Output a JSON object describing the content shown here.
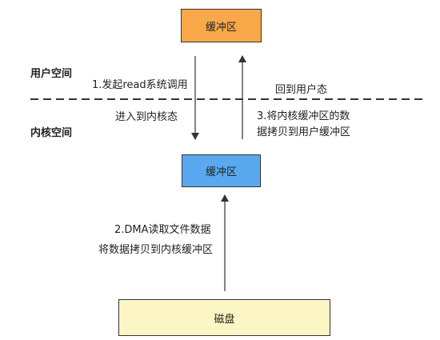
{
  "boxes": {
    "user_buffer": "缓冲区",
    "kernel_buffer": "缓冲区",
    "disk": "磁盘"
  },
  "spaces": {
    "user_space": "用户空间",
    "kernel_space": "内核空间"
  },
  "steps": {
    "step1": "1.发起read系统调用",
    "enter_kernel": "进入到内核态",
    "return_user": "回到用户态",
    "step3_line1": "3.将内核缓冲区的数",
    "step3_line2": "据拷贝到用户缓冲区",
    "step2_line1": "2.DMA读取文件数据",
    "step2_line2": "将数据拷贝到内核缓冲区"
  },
  "colors": {
    "user_buffer": "#f9a94a",
    "kernel_buffer": "#5aa9f0",
    "disk": "#fbf6c4",
    "lines": "#333333"
  }
}
